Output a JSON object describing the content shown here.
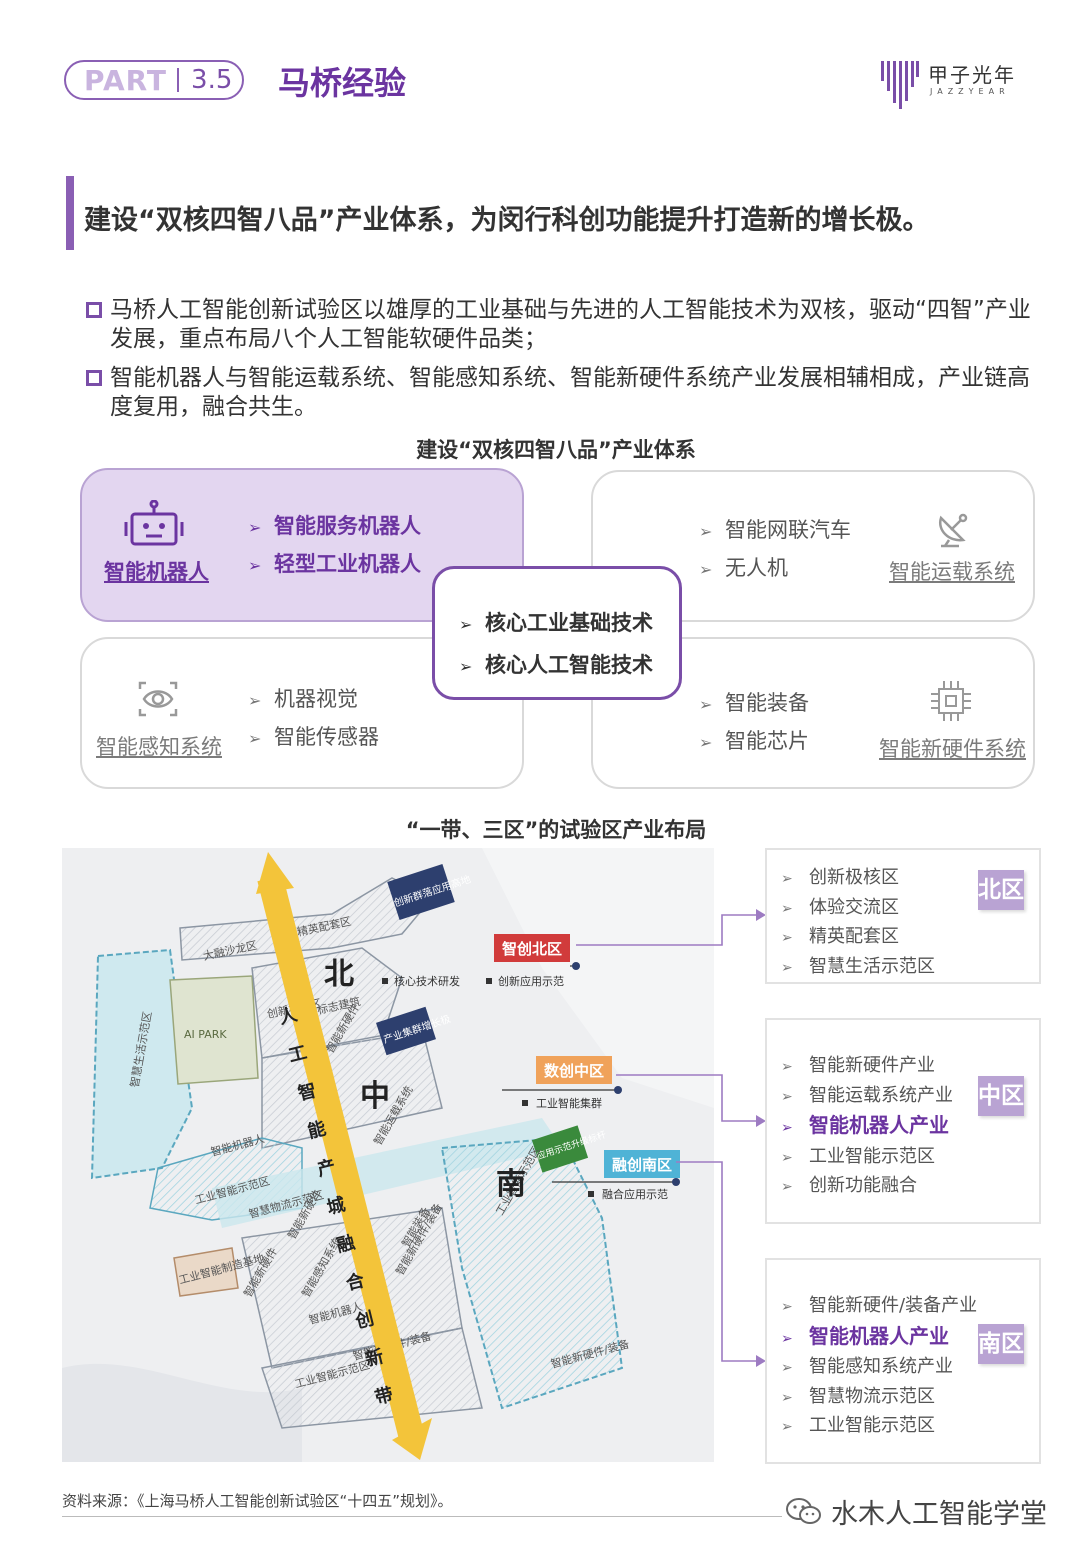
{
  "header": {
    "part_word": "PART",
    "part_number": "3.5",
    "title": "马桥经验",
    "logo_cn": "甲子光年",
    "logo_en": "JAZZYEAR"
  },
  "headline": "建设“双核四智八品”产业体系，为闵行科创功能提升打造新的增长极。",
  "bullets": [
    "马桥人工智能创新试验区以雄厚的工业基础与先进的人工智能技术为双核，驱动“四智”产业发展，重点布局八个人工智能软硬件品类；",
    "智能机器人与智能运载系统、智能感知系统、智能新硬件系统产业发展相辅相成，产业链高度复用，融合共生。"
  ],
  "system": {
    "title": "建设“双核四智八品”产业体系",
    "cards": [
      {
        "label": "智能机器人",
        "items": [
          "智能服务机器人",
          "轻型工业机器人"
        ],
        "icon": "robot-icon"
      },
      {
        "label": "智能运载系统",
        "items": [
          "智能网联汽车",
          "无人机"
        ],
        "icon": "satellite-dish-icon"
      },
      {
        "label": "智能感知系统",
        "items": [
          "机器视觉",
          "智能传感器"
        ],
        "icon": "eye-scan-icon"
      },
      {
        "label": "智能新硬件系统",
        "items": [
          "智能装备",
          "智能芯片"
        ],
        "icon": "chip-icon"
      }
    ],
    "core": [
      "核心工业基础技术",
      "核心人工智能技术"
    ]
  },
  "layout_section": {
    "title": "“一带、三区”的试验区产业布局",
    "map": {
      "zone_labels": [
        "智创北区",
        "数创中区",
        "融创南区"
      ],
      "zone_notes": [
        "核心技术研发",
        "创新应用示范",
        "工业智能集群",
        "融合应用示范"
      ],
      "big_chars": [
        "北",
        "中",
        "南"
      ],
      "belt_text": "人工智能产城融合创新带",
      "areas": [
        "大融沙龙区",
        "精英配套区",
        "创新群落应用高地",
        "AI PARK",
        "智慧生活示范区",
        "创新极核区",
        "标志建筑",
        "产业集群增长极",
        "智能新硬件",
        "智能运载系统",
        "智能机器人",
        "工业智能示范区",
        "智慧物流示范区",
        "应用示范升级标杆",
        "工业智能示范区",
        "智能装备",
        "智能新硬件",
        "工业智能制造基地",
        "智能新硬件",
        "智能感知系统",
        "智能机器人",
        "智能新硬件/装备",
        "工业智能示范区",
        "智能新硬件/装备",
        "智能新硬件/装备"
      ]
    },
    "zones": [
      {
        "tag": "北区",
        "items": [
          "创新极核区",
          "体验交流区",
          "精英配套区",
          "智慧生活示范区"
        ],
        "highlight": []
      },
      {
        "tag": "中区",
        "items": [
          "智能新硬件产业",
          "智能运载系统产业",
          "智能机器人产业",
          "工业智能示范区",
          "创新功能融合"
        ],
        "highlight": [
          2
        ]
      },
      {
        "tag": "南区",
        "items": [
          "智能新硬件/装备产业",
          "智能机器人产业",
          "智能感知系统产业",
          "智慧物流示范区",
          "工业智能示范区"
        ],
        "highlight": [
          1
        ]
      }
    ]
  },
  "footer": {
    "source": "资料来源：《上海马桥人工智能创新试验区“十四五”规划》。",
    "wechat_name": "水木人工智能学堂"
  },
  "colors": {
    "brand_purple": "#6b34a0",
    "light_purple": "#e3d6f0",
    "tag_purple": "#b9a3d3",
    "zone_red": "#d13b3b",
    "zone_orange": "#f0a25a",
    "zone_blue": "#4fb3d6",
    "belt_yellow": "#f3c43a"
  }
}
